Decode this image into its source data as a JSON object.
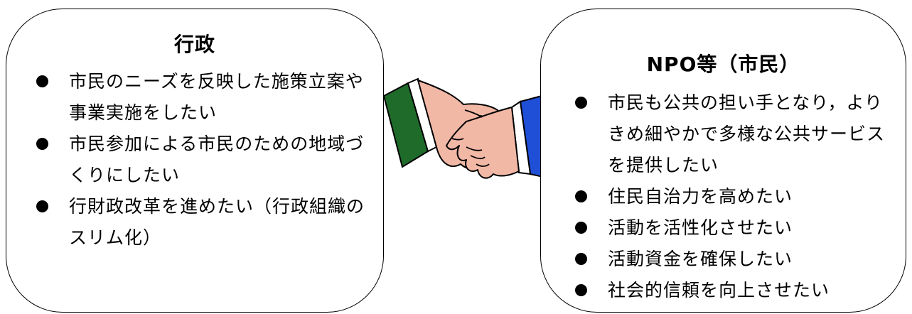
{
  "left_box": {
    "title": "行政",
    "items": [
      "市民のニーズを反映した施策立案や事業実施をしたい",
      "市民参加による市民のための地域づくりにしたい",
      "行財政改革を進めたい（行政組織のスリム化）"
    ]
  },
  "right_box": {
    "title": "NPO等（市民）",
    "items": [
      "市民も公共の担い手となり，よりきめ細やかで多様な公共サービスを提供したい",
      "住民自治力を高めたい",
      "活動を活性化させたい",
      "活動資金を確保したい",
      "社会的信頼を向上させたい"
    ]
  },
  "handshake": {
    "icon": "handshake-icon",
    "colors": {
      "left_sleeve": "#1f6b2a",
      "right_sleeve": "#1f4fd6",
      "skin": "#f2b8a6",
      "cuff": "#ffffff"
    }
  }
}
